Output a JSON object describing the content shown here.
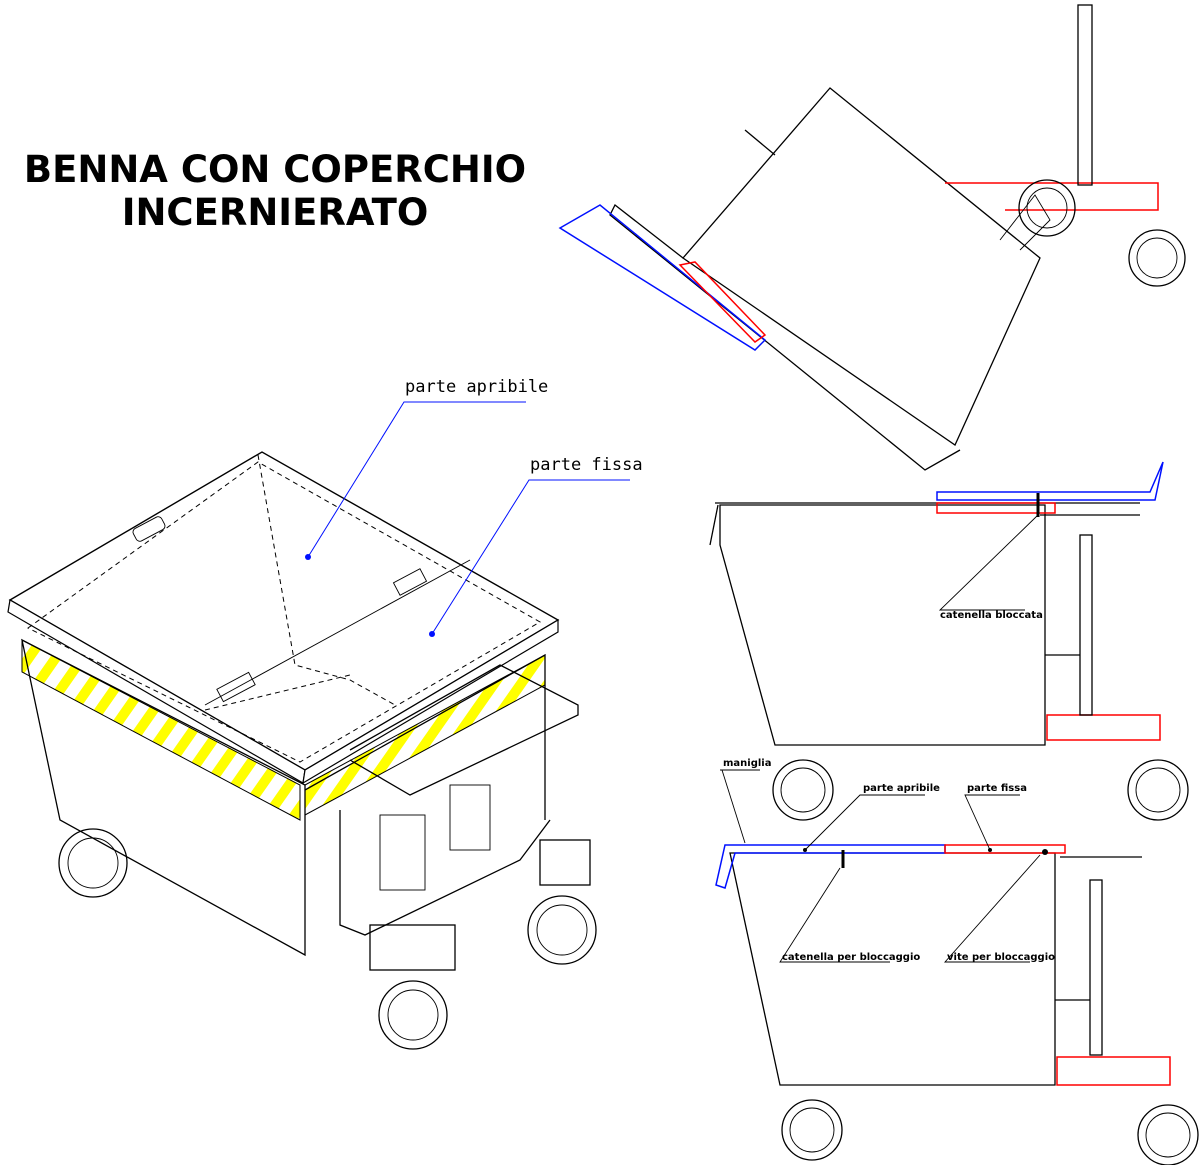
{
  "title": {
    "line1": "BENNA CON COPERCHIO",
    "line2": "INCERNIERATO"
  },
  "iso_view": {
    "label_opening": "parte apribile",
    "label_fixed": "parte fissa"
  },
  "locked_view": {
    "label_chain": "catenella bloccata"
  },
  "side_view": {
    "label_handle": "maniglia",
    "label_opening": "parte apribile",
    "label_fixed": "parte fissa",
    "label_chain": "catenella per bloccaggio",
    "label_screw": "vite per bloccaggio"
  },
  "colors": {
    "opening_part": "#0010ff",
    "fixed_part": "#ff0000",
    "hazard_stripe": "#ffff00"
  }
}
